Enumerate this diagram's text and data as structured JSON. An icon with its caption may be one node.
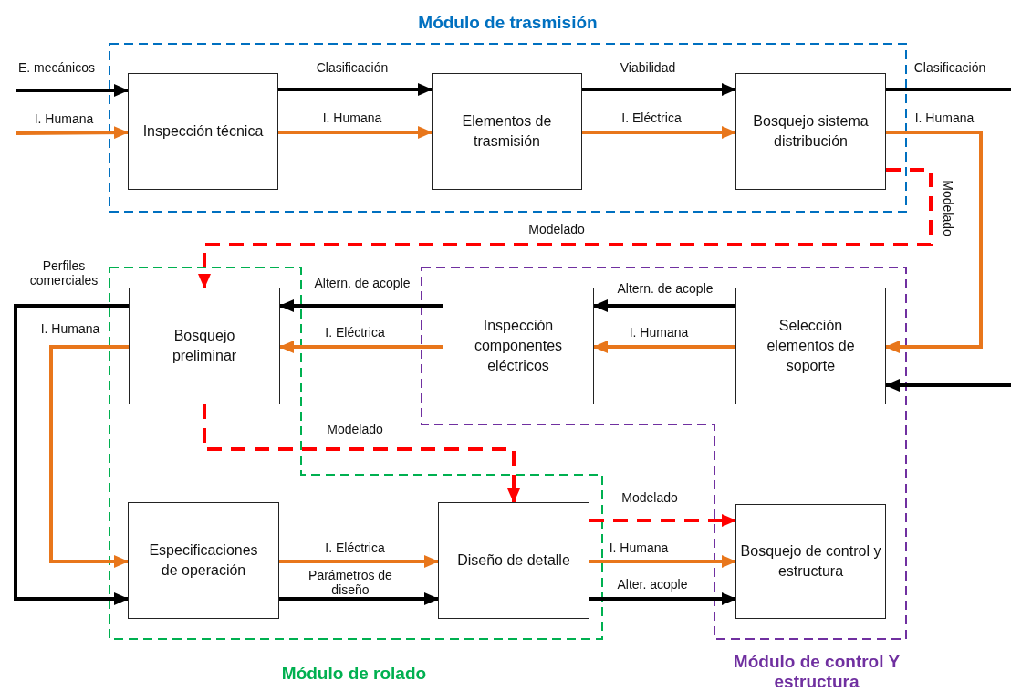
{
  "diagram": {
    "nodes": [
      {
        "text": [
          "Módulo de trasmisión"
        ]
      },
      {
        "text": [
          "Inspección técnica"
        ],
        "in": 0
      },
      {
        "text": [
          "Elementos de trasmisión"
        ],
        "in": 0
      },
      {
        "text": [
          "Bosquejo sistema distribución"
        ],
        "in": 0
      },
      {
        "text": [
          "Módulo de rolado"
        ]
      },
      {
        "text": [
          "Bosquejo preliminar"
        ],
        "in": 4
      },
      {
        "text": [
          "Especificaciones de operación"
        ],
        "in": 4
      },
      {
        "text": [
          "Diseño de detalle"
        ],
        "in": 4
      },
      {
        "text": [
          "Módulo de control Y estructura"
        ]
      },
      {
        "text": [
          "Inspección componentes eléctricos"
        ],
        "in": 8
      },
      {
        "text": [
          "Selección elementos de soporte"
        ],
        "in": 8
      },
      {
        "text": [
          "Bosquejo de control y estructura"
        ],
        "in": 8
      }
    ],
    "edges": [
      {
        "from": null,
        "to": 1,
        "arrow": "to",
        "label": "E. mecánicos"
      },
      {
        "from": null,
        "to": 1,
        "arrow": "to",
        "label": "I. Humana",
        "color": "#e8761b"
      },
      {
        "from": 1,
        "to": 2,
        "arrow": "to",
        "label": "Clasificación"
      },
      {
        "from": 1,
        "to": 2,
        "arrow": "to",
        "label": "I. Humana",
        "color": "#e8761b"
      },
      {
        "from": 2,
        "to": 3,
        "arrow": "to",
        "label": "Viabilidad"
      },
      {
        "from": 2,
        "to": 3,
        "arrow": "to",
        "label": "I. Eléctrica",
        "color": "#e8761b"
      },
      {
        "from": 3,
        "to": null,
        "arrow": "none",
        "label": "Clasificación"
      },
      {
        "from": 3,
        "to": 10,
        "arrow": "to",
        "label": "I. Humana",
        "color": "#e8761b"
      },
      {
        "from": 3,
        "to": 5,
        "arrow": "to",
        "label": "Modelado",
        "style": "dashed",
        "color": "#ff0000"
      },
      {
        "from": null,
        "to": 10,
        "arrow": "to"
      },
      {
        "from": 10,
        "to": 9,
        "arrow": "to",
        "label": "Altern. de acople"
      },
      {
        "from": 10,
        "to": 9,
        "arrow": "to",
        "label": "I. Humana",
        "color": "#e8761b"
      },
      {
        "from": 9,
        "to": 5,
        "arrow": "to",
        "label": "Altern. de acople"
      },
      {
        "from": 9,
        "to": 5,
        "arrow": "to",
        "label": "I. Eléctrica",
        "color": "#e8761b"
      },
      {
        "from": 5,
        "to": 6,
        "arrow": "to",
        "label": "Perfiles comerciales"
      },
      {
        "from": 5,
        "to": 6,
        "arrow": "to",
        "label": "I. Humana",
        "color": "#e8761b"
      },
      {
        "from": 5,
        "to": 7,
        "arrow": "to",
        "label": "Modelado",
        "style": "dashed",
        "color": "#ff0000"
      },
      {
        "from": 6,
        "to": 7,
        "arrow": "to",
        "label": "I. Eléctrica",
        "color": "#e8761b"
      },
      {
        "from": 6,
        "to": 7,
        "arrow": "to",
        "label": "Parámetros de diseño"
      },
      {
        "from": 7,
        "to": 11,
        "arrow": "to",
        "label": "Modelado",
        "style": "dashed",
        "color": "#ff0000"
      },
      {
        "from": 7,
        "to": 11,
        "arrow": "to",
        "label": "I. Humana",
        "color": "#e8761b"
      },
      {
        "from": 7,
        "to": 11,
        "arrow": "to",
        "label": "Alter. acople"
      }
    ],
    "labels": [
      "Modelado"
    ]
  }
}
